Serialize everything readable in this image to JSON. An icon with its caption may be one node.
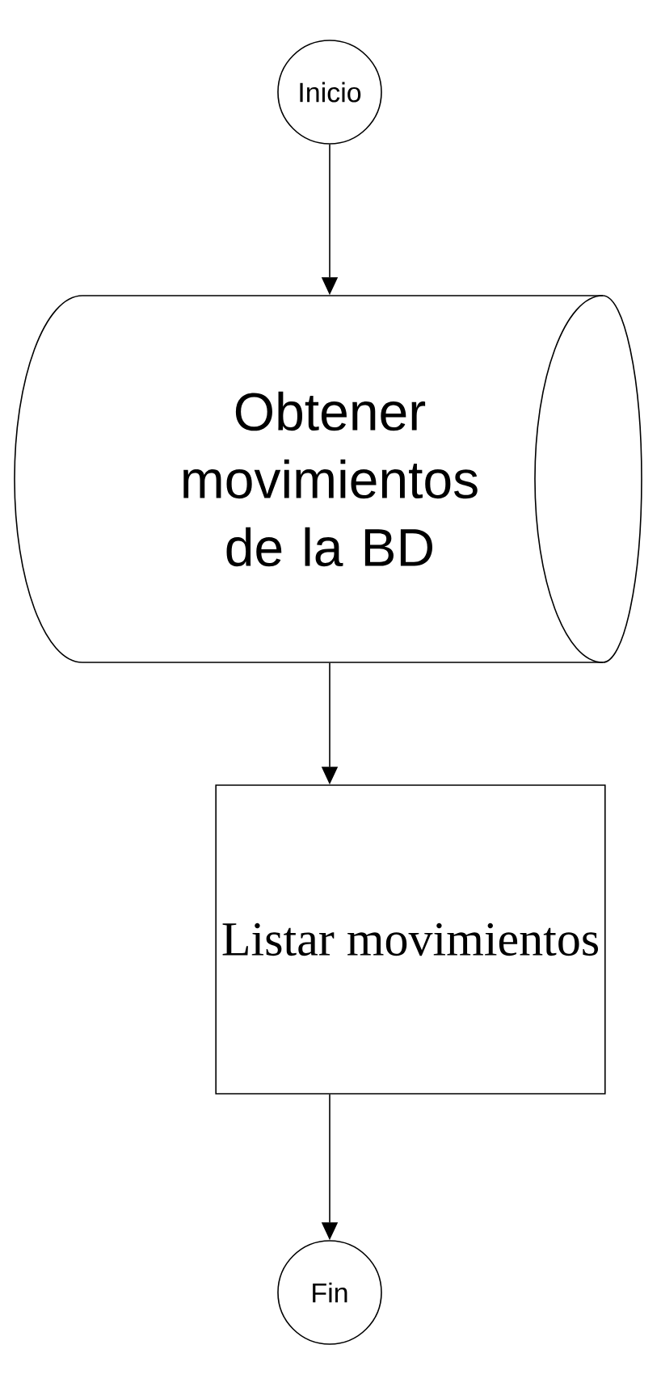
{
  "diagram": {
    "nodes": [
      {
        "text": [
          "Inicio"
        ]
      },
      {
        "text": [
          "Obtener movimientos de la BD"
        ]
      },
      {
        "text": [
          "Listar movimientos"
        ]
      },
      {
        "text": [
          "Fin"
        ]
      }
    ],
    "edges": [
      {
        "from": 0,
        "to": 1,
        "arrow": "to"
      },
      {
        "from": 1,
        "to": 2,
        "arrow": "to"
      },
      {
        "from": 2,
        "to": 3,
        "arrow": "to"
      }
    ]
  }
}
